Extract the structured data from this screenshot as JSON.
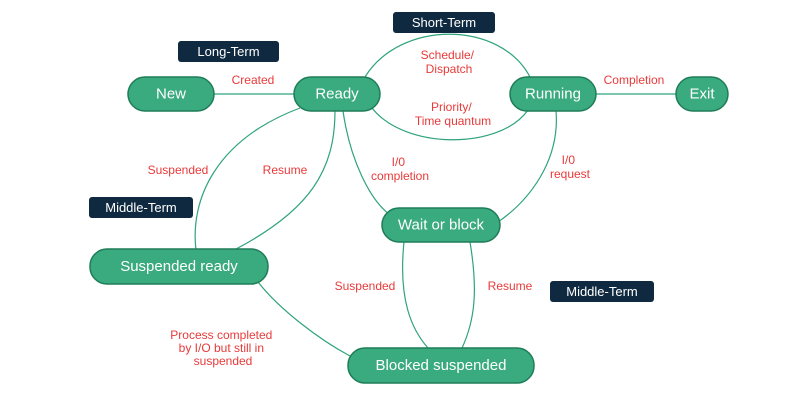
{
  "nodes": {
    "new": "New",
    "ready": "Ready",
    "running": "Running",
    "exit": "Exit",
    "wait": "Wait or block",
    "suspended_ready": "Suspended ready",
    "blocked_suspended": "Blocked suspended"
  },
  "tags": {
    "long_term": "Long-Term",
    "short_term": "Short-Term",
    "middle_term_left": "Middle-Term",
    "middle_term_right": "Middle-Term"
  },
  "edges": {
    "created": "Created",
    "schedule": [
      "Schedule/",
      "Dispatch"
    ],
    "priority": [
      "Priority/",
      "Time quantum"
    ],
    "completion": "Completion",
    "suspended_left": "Suspended",
    "resume_left": "Resume",
    "io_completion": [
      "I/0",
      "completion"
    ],
    "io_request": [
      "I/0",
      "request"
    ],
    "suspended_bottom": "Suspended",
    "resume_bottom": "Resume",
    "process_completed": [
      "Process completed",
      "by I/O but still in",
      "suspended"
    ]
  },
  "colors": {
    "node_fill": "#3aaa7f",
    "edge": "#2fa37c",
    "edge_label": "#e83a3a",
    "tag_fill": "#0f2a40"
  }
}
